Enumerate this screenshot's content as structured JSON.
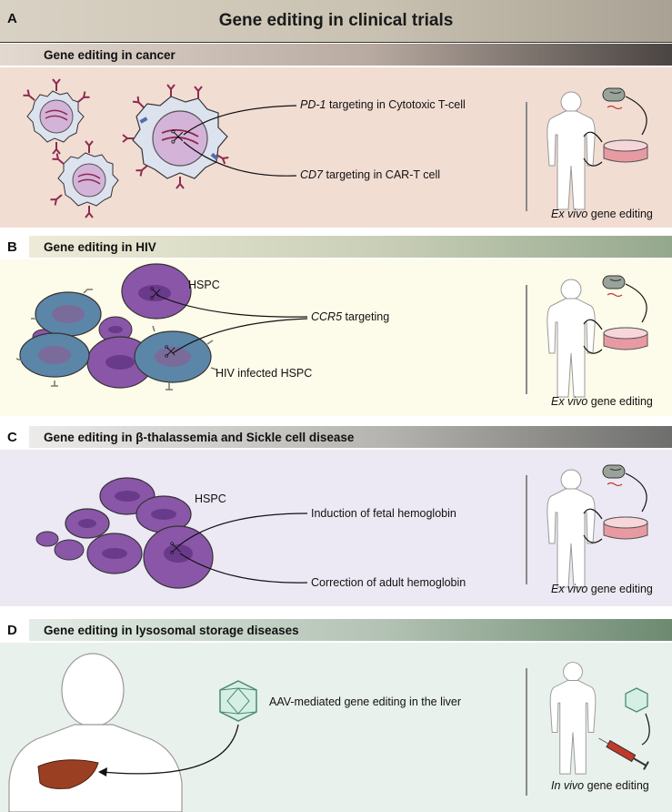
{
  "title": "Gene editing in clinical trials",
  "panels": [
    {
      "letter": "A",
      "title": "Gene editing in cancer",
      "labels": [
        {
          "italic": "PD-1",
          "rest": " targeting in Cytotoxic T-cell"
        },
        {
          "italic": "CD7",
          "rest": " targeting in CAR-T cell"
        }
      ],
      "method": {
        "italic": "Ex vivo",
        "rest": " gene editing"
      }
    },
    {
      "letter": "B",
      "title": "Gene editing in HIV",
      "cell_labels": [
        "HSPC",
        "HIV infected HSPC"
      ],
      "labels": [
        {
          "italic": "CCR5",
          "rest": " targeting"
        }
      ],
      "method": {
        "italic": "Ex vivo",
        "rest": " gene editing"
      }
    },
    {
      "letter": "C",
      "title": "Gene editing in β-thalassemia and Sickle cell disease",
      "cell_labels": [
        "HSPC"
      ],
      "labels": [
        {
          "italic": "",
          "rest": "Induction of fetal hemoglobin"
        },
        {
          "italic": "",
          "rest": "Correction of adult hemoglobin"
        }
      ],
      "method": {
        "italic": "Ex vivo",
        "rest": " gene editing"
      }
    },
    {
      "letter": "D",
      "title": "Gene editing in lysosomal storage diseases",
      "labels": [
        {
          "italic": "",
          "rest": "AAV-mediated gene editing in the liver"
        }
      ],
      "method": {
        "italic": "In vivo",
        "rest": " gene editing"
      }
    }
  ],
  "colors": {
    "panel_a_bg": "#f2ddd3",
    "panel_b_bg": "#fdfbe9",
    "panel_c_bg": "#ece9f4",
    "panel_d_bg": "#e9f1ec",
    "cell_purple": "#7b4a9c",
    "cell_blue": "#5b86a8",
    "receptor": "#8d2a4f",
    "dish": "#e89aa3",
    "liver": "#9b3f22"
  }
}
